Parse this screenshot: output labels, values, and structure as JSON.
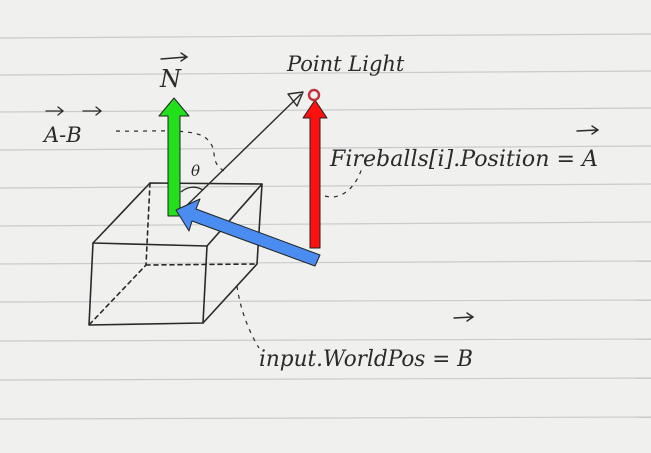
{
  "labels": {
    "normal": "N",
    "point_light": "Point Light",
    "diff": "A-B",
    "theta": "θ",
    "fireball_pos": "Fireballs[i].Position = A",
    "world_pos": "input.WorldPos = B"
  },
  "colors": {
    "paper": "#f0f0ee",
    "rule_line": "#c9cbcd",
    "ink": "#2a2a2a",
    "normal_arrow": "#22e01c",
    "light_arrow": "#ff1010",
    "diff_arrow": "#4a8cf0",
    "light_bulb": "#c0303a"
  }
}
